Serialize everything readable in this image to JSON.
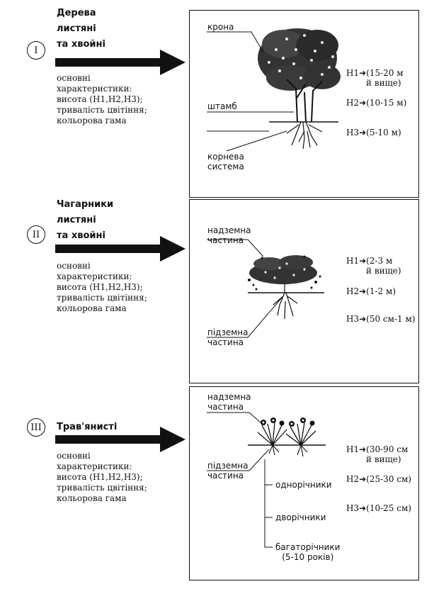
{
  "groups": [
    {
      "numeral": "I",
      "title_lines": [
        "Дерева",
        "листяні",
        "та хвойні"
      ],
      "chars": [
        "основні",
        "характеристики:",
        "висота (Н1,Н2,Н3);",
        "тривалість цвітіння;",
        "кольорова гама"
      ],
      "labels": {
        "crown": "крона",
        "trunk": "штамб",
        "root": [
          "корнева",
          "система"
        ]
      },
      "heights": [
        {
          "key": "Н1",
          "value": "(15-20 м",
          "extra": "й вище)"
        },
        {
          "key": "Н2",
          "value": "(10-15 м)"
        },
        {
          "key": "Н3",
          "value": "(5-10 м)"
        }
      ]
    },
    {
      "numeral": "II",
      "title_lines": [
        "Чагарники",
        "листяні",
        "та хвойні"
      ],
      "chars": [
        "основні",
        "характеристики:",
        "висота (Н1,Н2,Н3);",
        "тривалість цвітіння;",
        "кольорова гама"
      ],
      "labels": {
        "above": [
          "надземна",
          "частина"
        ],
        "below": [
          "підземна",
          "частина"
        ]
      },
      "heights": [
        {
          "key": "Н1",
          "value": "(2-3 м",
          "extra": "й вище)"
        },
        {
          "key": "Н2",
          "value": "(1-2 м)"
        },
        {
          "key": "Н3",
          "value": "(50 см-1 м)"
        }
      ]
    },
    {
      "numeral": "III",
      "title_lines": [
        "Трав'янисті"
      ],
      "chars": [
        "основні",
        "характеристики:",
        "висота (Н1,Н2,Н3);",
        "тривалість цвітіння;",
        "кольорова гама"
      ],
      "labels": {
        "above": [
          "надземна",
          "частина"
        ],
        "below": [
          "підземна",
          "частина"
        ]
      },
      "types": [
        "однорічники",
        "дворічники",
        "багаторічники",
        "(5-10 років)"
      ],
      "heights": [
        {
          "key": "Н1",
          "value": "(30-90 см",
          "extra": "й вище)"
        },
        {
          "key": "Н2",
          "value": "(25-30 см)"
        },
        {
          "key": "Н3",
          "value": "(10-25 см)"
        }
      ]
    }
  ]
}
